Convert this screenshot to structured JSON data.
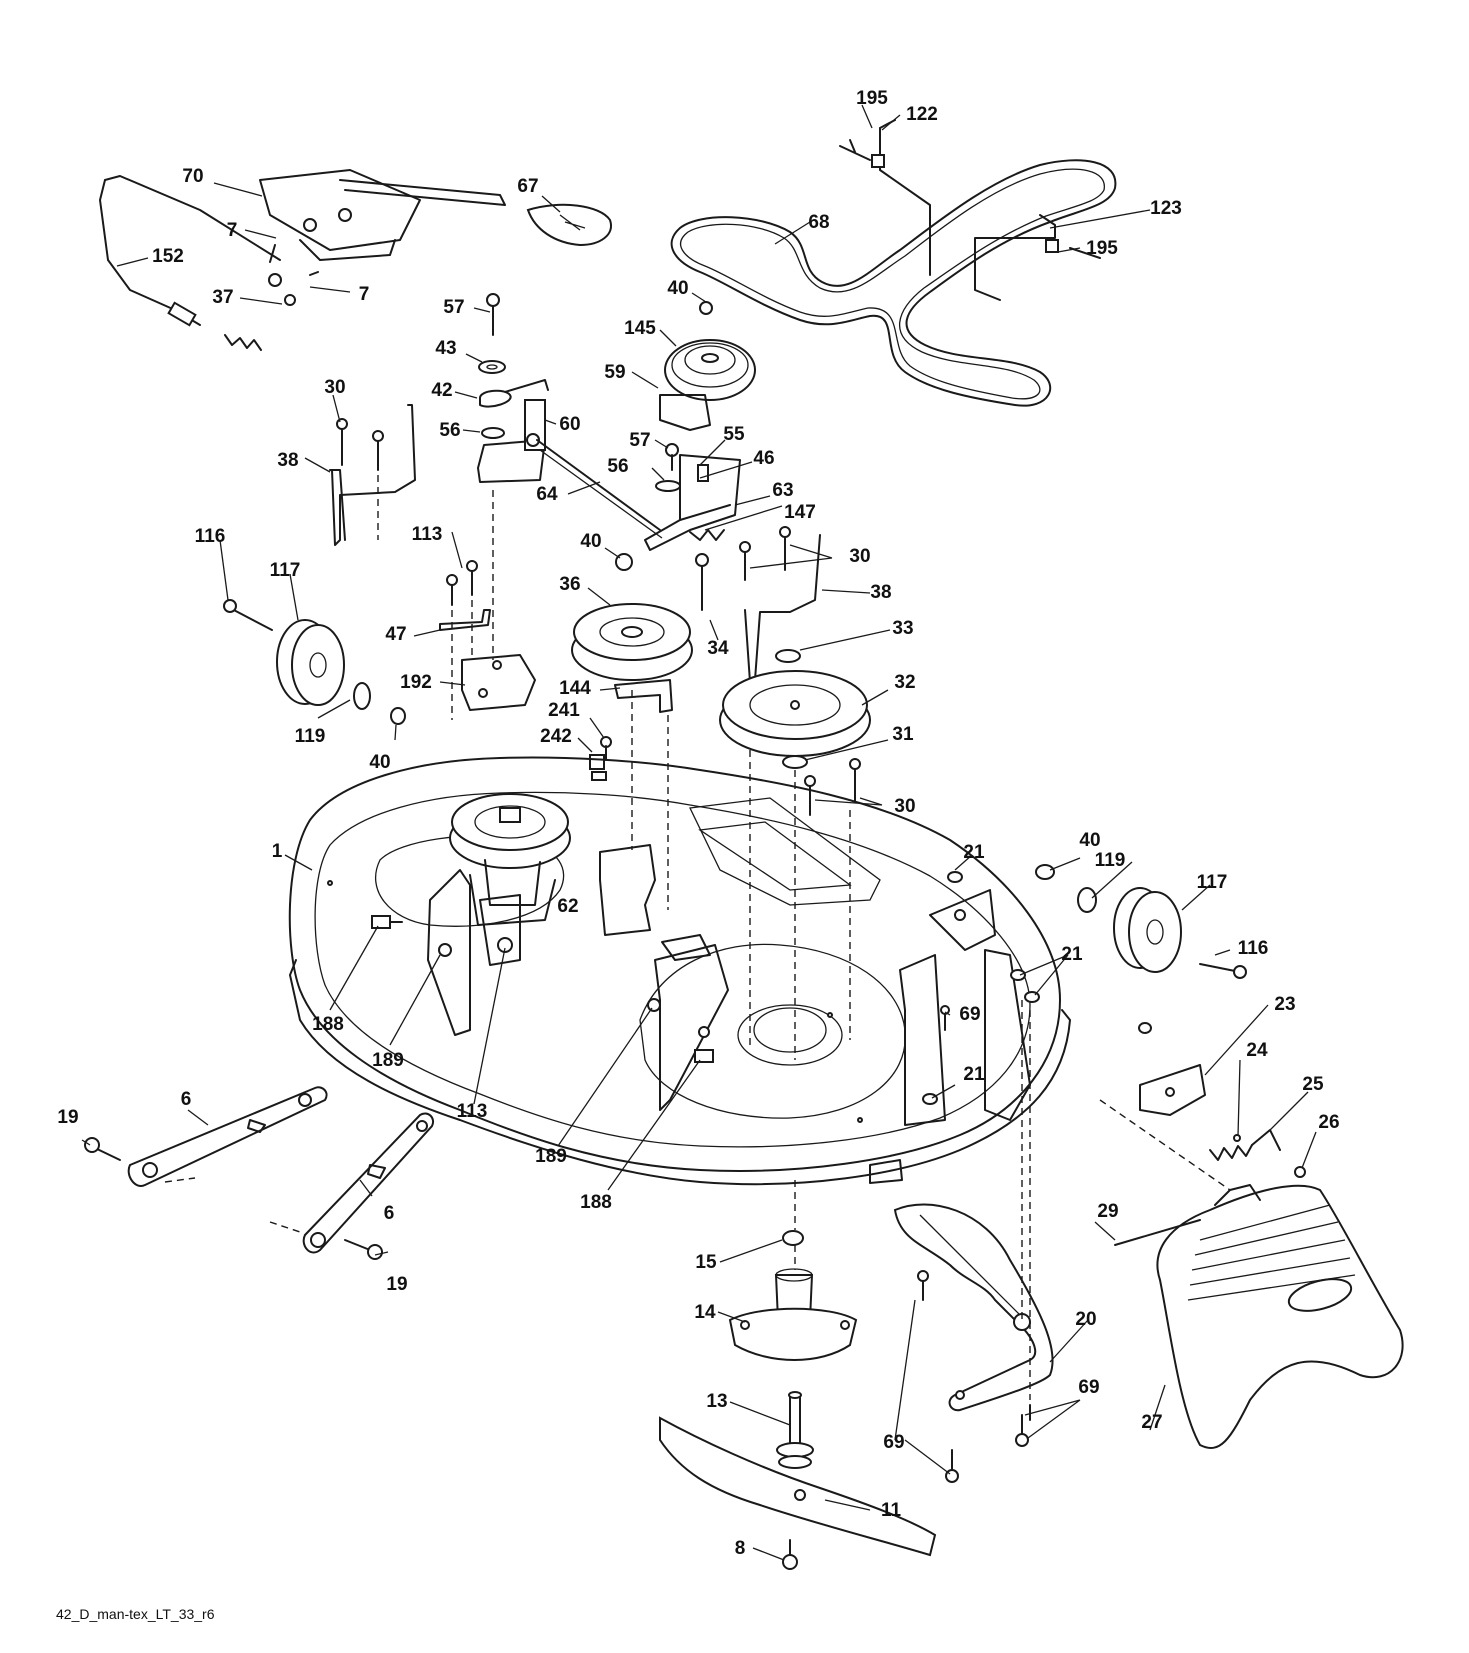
{
  "diagram": {
    "reference_code": "42_D_man-tex_LT_33_r6",
    "callouts": [
      {
        "n": "195"
      },
      {
        "n": "122"
      },
      {
        "n": "70"
      },
      {
        "n": "67"
      },
      {
        "n": "123"
      },
      {
        "n": "68"
      },
      {
        "n": "195"
      },
      {
        "n": "7"
      },
      {
        "n": "152"
      },
      {
        "n": "7"
      },
      {
        "n": "37"
      },
      {
        "n": "40"
      },
      {
        "n": "57"
      },
      {
        "n": "145"
      },
      {
        "n": "43"
      },
      {
        "n": "59"
      },
      {
        "n": "42"
      },
      {
        "n": "30"
      },
      {
        "n": "60"
      },
      {
        "n": "56"
      },
      {
        "n": "57"
      },
      {
        "n": "55"
      },
      {
        "n": "38"
      },
      {
        "n": "46"
      },
      {
        "n": "56"
      },
      {
        "n": "64"
      },
      {
        "n": "63"
      },
      {
        "n": "147"
      },
      {
        "n": "113"
      },
      {
        "n": "116"
      },
      {
        "n": "40"
      },
      {
        "n": "30"
      },
      {
        "n": "117"
      },
      {
        "n": "36"
      },
      {
        "n": "38"
      },
      {
        "n": "33"
      },
      {
        "n": "47"
      },
      {
        "n": "34"
      },
      {
        "n": "192"
      },
      {
        "n": "144"
      },
      {
        "n": "32"
      },
      {
        "n": "241"
      },
      {
        "n": "119"
      },
      {
        "n": "242"
      },
      {
        "n": "40"
      },
      {
        "n": "31"
      },
      {
        "n": "30"
      },
      {
        "n": "40"
      },
      {
        "n": "1"
      },
      {
        "n": "21"
      },
      {
        "n": "119"
      },
      {
        "n": "117"
      },
      {
        "n": "62"
      },
      {
        "n": "116"
      },
      {
        "n": "21"
      },
      {
        "n": "69"
      },
      {
        "n": "23"
      },
      {
        "n": "188"
      },
      {
        "n": "189"
      },
      {
        "n": "24"
      },
      {
        "n": "21"
      },
      {
        "n": "25"
      },
      {
        "n": "113"
      },
      {
        "n": "6"
      },
      {
        "n": "19"
      },
      {
        "n": "26"
      },
      {
        "n": "189"
      },
      {
        "n": "188"
      },
      {
        "n": "6"
      },
      {
        "n": "29"
      },
      {
        "n": "15"
      },
      {
        "n": "19"
      },
      {
        "n": "14"
      },
      {
        "n": "20"
      },
      {
        "n": "13"
      },
      {
        "n": "69"
      },
      {
        "n": "27"
      },
      {
        "n": "69"
      },
      {
        "n": "11"
      },
      {
        "n": "8"
      }
    ]
  }
}
